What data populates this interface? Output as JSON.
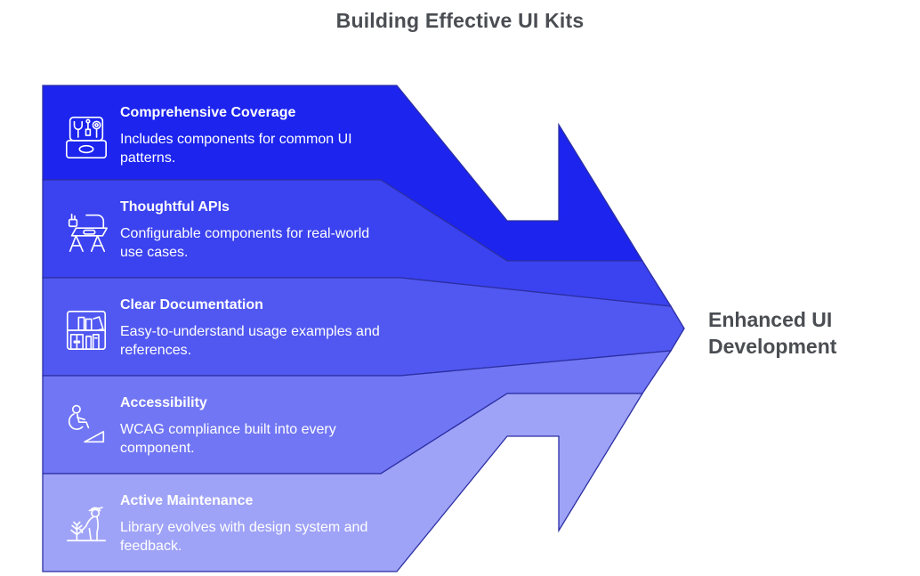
{
  "title": "Building Effective UI Kits",
  "result": {
    "label": "Enhanced UI Development"
  },
  "colors": {
    "outline": "#2C2FA3",
    "title_text": "#4A4D52",
    "result_text": "#4A4D52",
    "band_text": "#FFFFFF",
    "background": "#FFFFFF"
  },
  "steps": [
    {
      "title": "Comprehensive Coverage",
      "description": "Includes components for common UI patterns.",
      "icon": "toolbox-icon",
      "color": "#1C24EE"
    },
    {
      "title": "Thoughtful APIs",
      "description": "Configurable components for real-world use cases.",
      "icon": "workbench-icon",
      "color": "#3B42EF"
    },
    {
      "title": "Clear Documentation",
      "description": "Easy-to-understand usage examples and references.",
      "icon": "bookshelf-icon",
      "color": "#5158F1"
    },
    {
      "title": "Accessibility",
      "description": "WCAG compliance built into every component.",
      "icon": "wheelchair-ramp-icon",
      "color": "#7176F4"
    },
    {
      "title": "Active Maintenance",
      "description": "Library evolves with design system and feedback.",
      "icon": "gardener-icon",
      "color": "#9FA3F7"
    }
  ]
}
